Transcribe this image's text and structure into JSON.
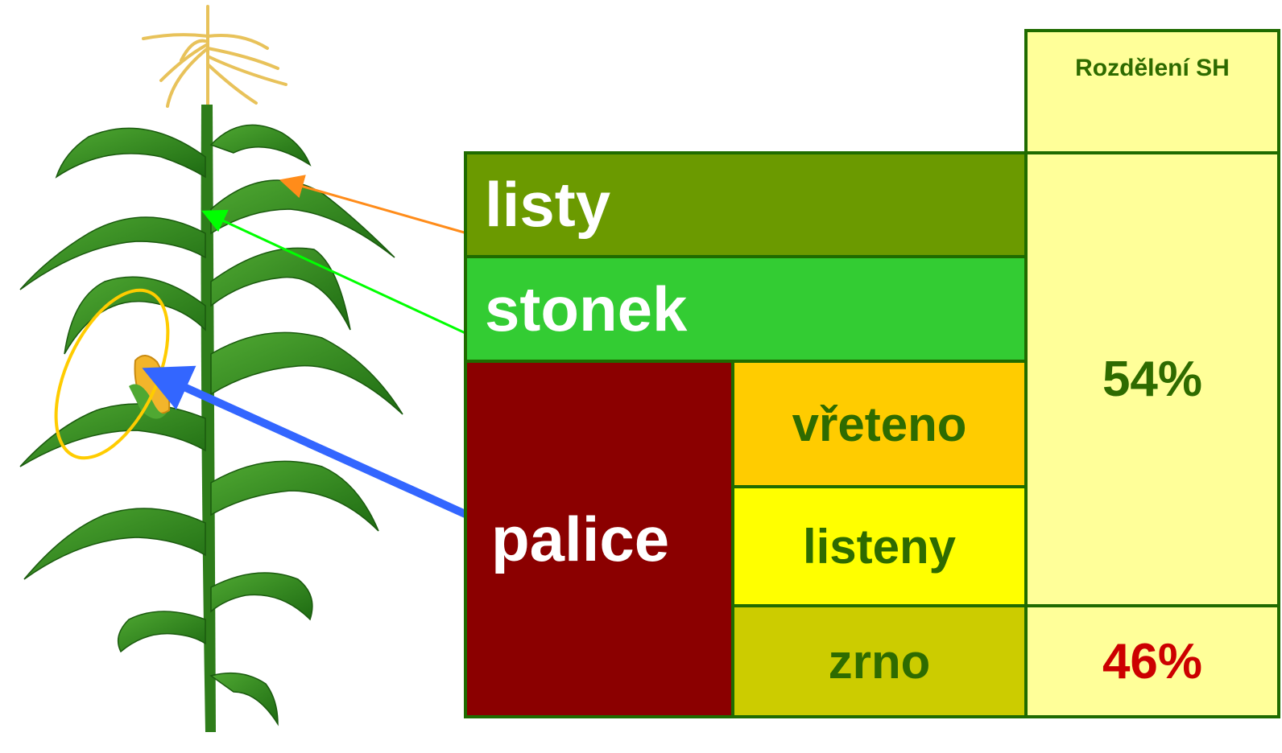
{
  "table": {
    "header": "Rozdělení SH",
    "listy": "listy",
    "stonek": "stonek",
    "palice": "palice",
    "vreteno": "vřeteno",
    "listeny": "listeny",
    "zrno": "zrno",
    "pct_vegetative": "54%",
    "pct_grain": "46%"
  },
  "colors": {
    "listy": "#6b9a00",
    "stonek": "#33cc33",
    "palice": "#8b0000",
    "vreteno": "#ffcc00",
    "listeny": "#ffff00",
    "zrno": "#cccc00",
    "summary": "#ffff99",
    "arrow_leaf": "#ff8c1a",
    "arrow_stem": "#00ff00",
    "arrow_cob": "#3366ff",
    "cob_ellipse": "#ffcc00"
  }
}
